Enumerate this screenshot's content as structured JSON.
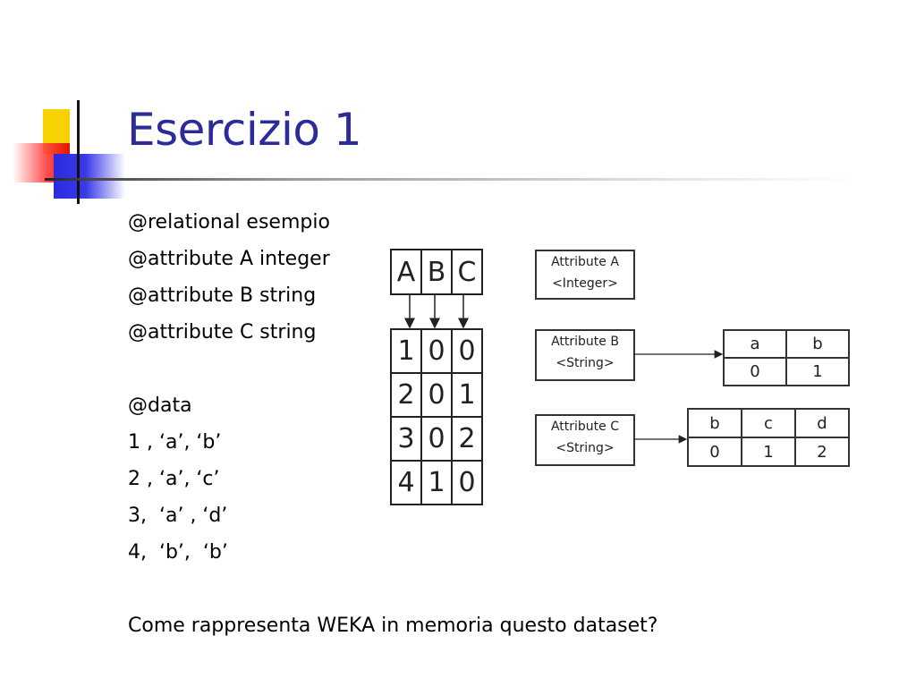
{
  "slide": {
    "title": "Esercizio 1",
    "lines": [
      "@relational esempio",
      "@attribute A integer",
      "@attribute B string",
      "@attribute C string",
      "",
      "@data",
      "1 , ‘a’, ‘b’",
      "2 , ‘a’, ‘c’",
      "3,  ‘a’ , ‘d’",
      "4,  ‘b’,  ‘b’",
      "",
      "Come rappresenta WEKA in memoria questo dataset?"
    ]
  },
  "diagram": {
    "header": [
      "A",
      "B",
      "C"
    ],
    "rows": [
      [
        "1",
        "0",
        "0"
      ],
      [
        "2",
        "0",
        "1"
      ],
      [
        "3",
        "0",
        "2"
      ],
      [
        "4",
        "1",
        "0"
      ]
    ],
    "attr_a": {
      "line1": "Attribute A",
      "line2": "<Integer>"
    },
    "attr_b": {
      "line1": "Attribute B",
      "line2": "<String>"
    },
    "attr_c": {
      "line1": "Attribute C",
      "line2": "<String>"
    },
    "values_b": {
      "strings": [
        "a",
        "b"
      ],
      "indices": [
        "0",
        "1"
      ]
    },
    "values_c": {
      "strings": [
        "b",
        "c",
        "d"
      ],
      "indices": [
        "0",
        "1",
        "2"
      ]
    }
  }
}
